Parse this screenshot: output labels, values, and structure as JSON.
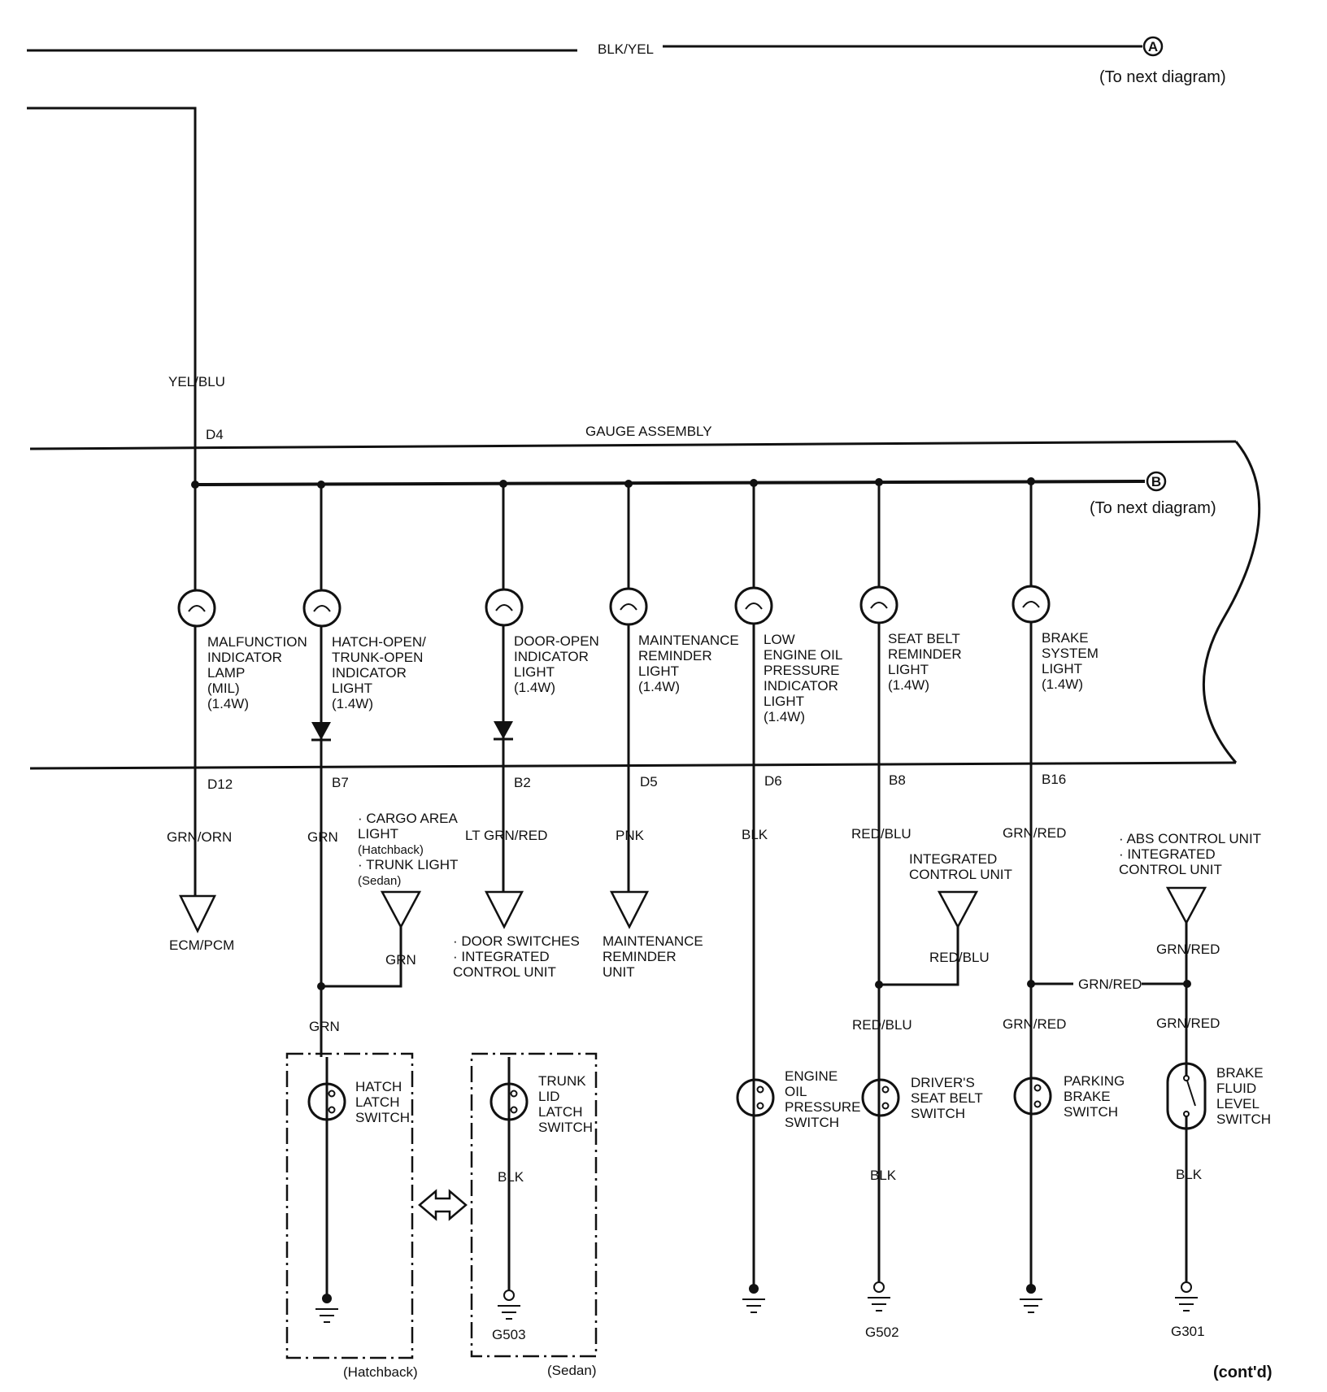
{
  "top_wire": {
    "color": "BLK/YEL",
    "connector": "A",
    "note": "(To next diagram)"
  },
  "gauge_assembly": {
    "title": "GAUGE ASSEMBLY",
    "input_pin": "D4",
    "input_wire": "YEL/BLU",
    "bus_connector": "B",
    "bus_note": "(To next diagram)"
  },
  "branches": [
    {
      "lines": [
        "MALFUNCTION",
        "INDICATOR",
        "LAMP",
        "(MIL)",
        "(1.4W)"
      ],
      "pin": "D12",
      "wire": "GRN/ORN",
      "dest": [
        "ECM/PCM"
      ]
    },
    {
      "lines": [
        "HATCH-OPEN/",
        "TRUNK-OPEN",
        "INDICATOR",
        "LIGHT",
        "(1.4W)"
      ],
      "pin": "B7",
      "wire": "GRN",
      "dest": []
    },
    {
      "lines": [
        "DOOR-OPEN",
        "INDICATOR",
        "LIGHT",
        "(1.4W)"
      ],
      "pin": "B2",
      "wire": "LT GRN/RED",
      "dest": [
        "· DOOR SWITCHES",
        "· INTEGRATED",
        "  CONTROL UNIT"
      ]
    },
    {
      "lines": [
        "MAINTENANCE",
        "REMINDER",
        "LIGHT",
        "(1.4W)"
      ],
      "pin": "D5",
      "wire": "PNK",
      "dest": [
        "MAINTENANCE",
        "REMINDER",
        "UNIT"
      ]
    },
    {
      "lines": [
        "LOW",
        "ENGINE OIL",
        "PRESSURE",
        "INDICATOR",
        "LIGHT",
        "(1.4W)"
      ],
      "pin": "D6",
      "wire": "BLK",
      "dest": []
    },
    {
      "lines": [
        "SEAT BELT",
        "REMINDER",
        "LIGHT",
        "(1.4W)"
      ],
      "pin": "B8",
      "wire": "RED/BLU",
      "dest": []
    },
    {
      "lines": [
        "BRAKE",
        "SYSTEM",
        "LIGHT",
        "(1.4W)"
      ],
      "pin": "B16",
      "wire": "GRN/RED",
      "dest": []
    }
  ],
  "hatch_branch": {
    "cargo_label": [
      "· CARGO AREA",
      "  LIGHT",
      "  (Hatchback)",
      "· TRUNK LIGHT",
      "  (Sedan)"
    ],
    "cargo_wire": "GRN",
    "switch_wire": "GRN",
    "hatch_switch": [
      "HATCH",
      "LATCH",
      "SWITCH"
    ],
    "hatch_box": "(Hatchback)",
    "trunk_switch": [
      "TRUNK",
      "LID",
      "LATCH",
      "SWITCH"
    ],
    "trunk_wire": "BLK",
    "trunk_ground": "G503",
    "trunk_box": "(Sedan)"
  },
  "oil_switch": [
    "ENGINE",
    "OIL",
    "PRESSURE",
    "SWITCH"
  ],
  "seatbelt": {
    "icu_label": [
      "INTEGRATED",
      "CONTROL UNIT"
    ],
    "icu_wire": "RED/BLU",
    "switch_wire": "RED/BLU",
    "switch": [
      "DRIVER'S",
      "SEAT BELT",
      "SWITCH"
    ],
    "ground_wire": "BLK",
    "ground": "G502"
  },
  "brake": {
    "parking_wire": "GRN/RED",
    "link_wire": "GRN/RED",
    "parking_switch": [
      "PARKING",
      "BRAKE",
      "SWITCH"
    ],
    "abs_label": [
      "· ABS CONTROL UNIT",
      "· INTEGRATED",
      "  CONTROL UNIT"
    ],
    "abs_wire": "GRN/RED",
    "fluid_wire": "GRN/RED",
    "fluid_switch": [
      "BRAKE",
      "FLUID",
      "LEVEL",
      "SWITCH"
    ],
    "ground_wire": "BLK",
    "ground": "G301"
  },
  "contd": "(cont'd)"
}
